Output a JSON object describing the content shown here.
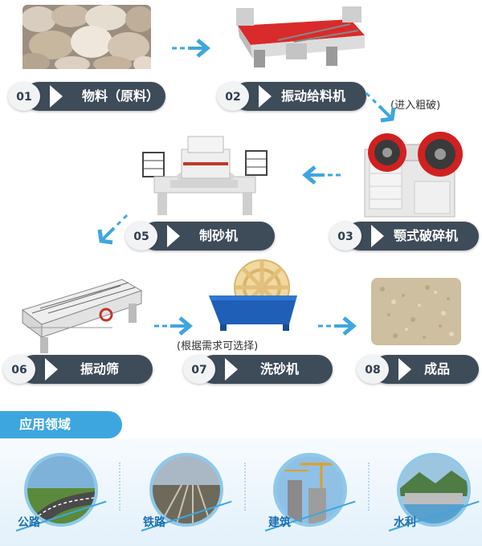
{
  "steps": [
    {
      "num": "01",
      "label": "物料（原料）"
    },
    {
      "num": "02",
      "label": "振动给料机"
    },
    {
      "num": "03",
      "label": "颚式破碎机"
    },
    {
      "num": "05",
      "label": "制砂机"
    },
    {
      "num": "06",
      "label": "振动筛"
    },
    {
      "num": "07",
      "label": "洗砂机"
    },
    {
      "num": "08",
      "label": "成品"
    }
  ],
  "notes": {
    "primary_crush": "(进入粗破)",
    "optional": "(根据需求可选择)"
  },
  "applications": {
    "title": "应用领域",
    "items": [
      {
        "label": "公路"
      },
      {
        "label": "铁路"
      },
      {
        "label": "建筑"
      },
      {
        "label": "水利"
      }
    ]
  },
  "colors": {
    "pill": "#3e4b59",
    "arrow": "#3ea6df",
    "banner": "#3ea6df"
  }
}
